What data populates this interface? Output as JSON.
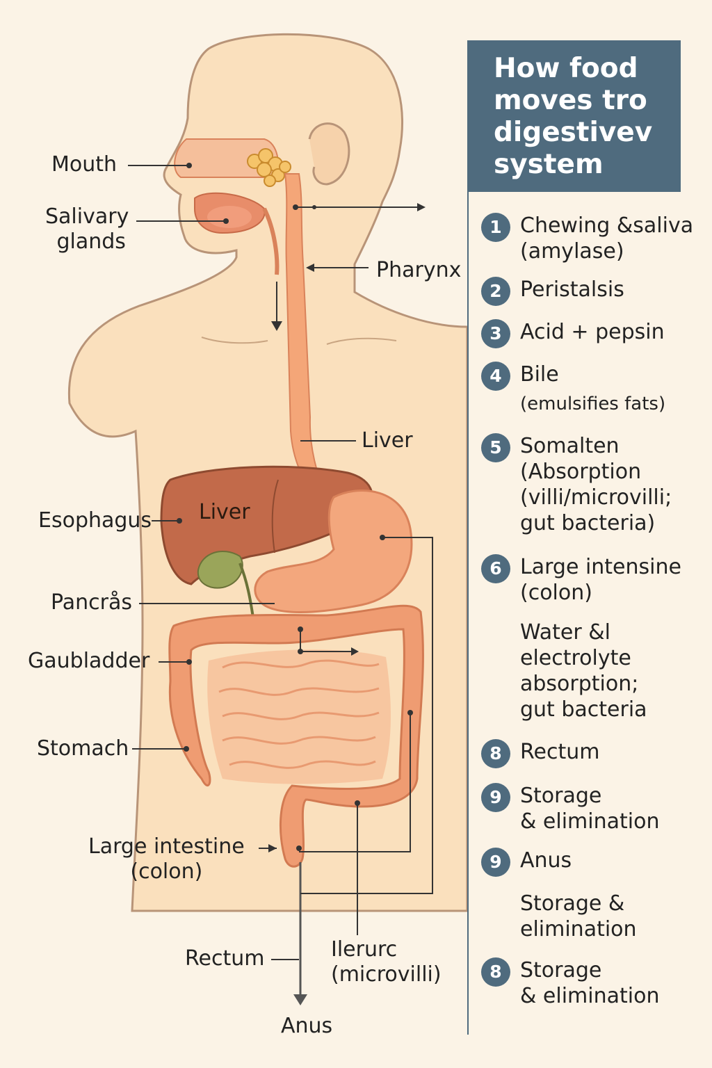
{
  "labels": {
    "mouth": "Mouth",
    "salivary_1": "Salivary",
    "salivary_2": "glands",
    "pharynx": "Pharynx",
    "liver_upper": "Liver",
    "liver_organ": "Liver",
    "esophagus": "Esophagus",
    "pancreas": "Pancrås",
    "gallbladder": "Gaubladder",
    "stomach": "Stomach",
    "large_intestine_1": "Large intestine",
    "large_intestine_2": "(colon)",
    "rectum": "Rectum",
    "ileum_1": "Ilerurc",
    "ileum_2": "(microvilli)",
    "anus": "Anus"
  },
  "panel": {
    "title": [
      "How food",
      "moves tro",
      "digestivev",
      "system"
    ],
    "steps": [
      {
        "badge": "1",
        "text": "Chewing &saliva",
        "note": "(amylase)"
      },
      {
        "badge": "2",
        "text": "Peristalsis",
        "note": ""
      },
      {
        "badge": "3",
        "text": "Acid + pepsin",
        "note": ""
      },
      {
        "badge": "4",
        "text": "Bile",
        "note": "(emulsifies fats)"
      },
      {
        "badge": "5",
        "text": "Somalten",
        "note": "(Absorption",
        "extra": [
          "(villi/microvilli;",
          "gut bacteria)"
        ]
      },
      {
        "badge": "6",
        "text": "Large intensine",
        "note": "(colon)"
      },
      {
        "badge": "",
        "text": "Water &l",
        "extra": [
          "electrolyte",
          "absorption;",
          "gut bacteria"
        ]
      },
      {
        "badge": "8",
        "text": "Rectum",
        "note": ""
      },
      {
        "badge": "9",
        "text": "Storage",
        "extra": [
          "& elimination"
        ]
      },
      {
        "badge": "9",
        "text": "Anus",
        "note": ""
      },
      {
        "badge": "",
        "text": "Storage &",
        "extra": [
          "elimination"
        ]
      },
      {
        "badge": "8",
        "text": "Storage",
        "extra": [
          "& elimination"
        ]
      }
    ]
  },
  "colors": {
    "skin": "#fae0bd",
    "skin_outline": "#b89478",
    "tract": "#f4a678",
    "tract_outline": "#d9825a",
    "liver": "#c26a4a",
    "gallbladder": "#9aa55a",
    "stomach": "#f3a77d",
    "panel": "#4f6b7e"
  }
}
